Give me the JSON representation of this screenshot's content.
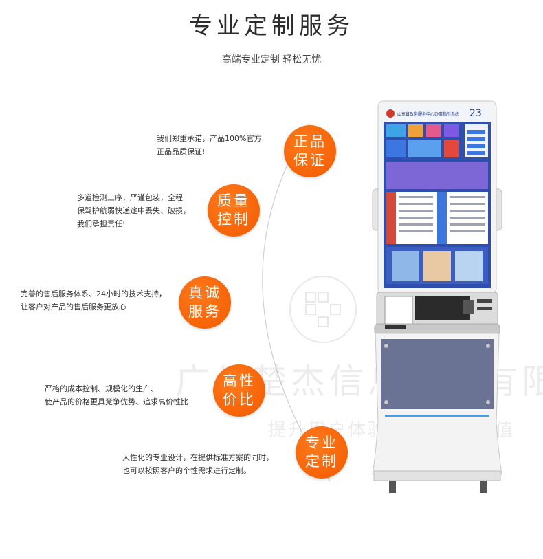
{
  "header": {
    "title": "专业定制服务",
    "subtitle": "高端专业定制 轻松无忧"
  },
  "features": [
    {
      "line1": "我们郑重承诺，产品100%官方",
      "line2": "正品品质保证!",
      "line3": "",
      "badge_top": "正品",
      "badge_bottom": "保证"
    },
    {
      "line1": "多道检测工序，严谨包装，全程",
      "line2": "保驾护航弱快递途中丢失、破损，",
      "line3": "我们承担责任!",
      "badge_top": "质量",
      "badge_bottom": "控制"
    },
    {
      "line1": "完善的售后服务体系、24小时的技术支持，",
      "line2": "让客户对产品的售后服务更放心",
      "line3": "",
      "badge_top": "真诚",
      "badge_bottom": "服务"
    },
    {
      "line1": "严格的成本控制、规模化的生产、",
      "line2": "使产品的价格更具竞争优势、追求高价性比",
      "line3": "",
      "badge_top": "高性",
      "badge_bottom": "价比"
    },
    {
      "line1": "人性化的专业设计，在提供标准方案的同时，",
      "line2": "也可以按照客户的个性需求进行定制。",
      "line3": "",
      "badge_top": "专业",
      "badge_bottom": "定制"
    }
  ],
  "kiosk_screen": {
    "header_text": "山东省政务服务中心办事指引系统",
    "date_number": "23"
  },
  "watermark": {
    "company": "广州楚杰信息科技有限",
    "slogan": "提升用户体验 创造应用价值"
  },
  "colors": {
    "accent": "#f25a00",
    "arc": "#cccccc",
    "screen_blue": "#2e4fae",
    "kiosk_panel": "#6b7394"
  }
}
